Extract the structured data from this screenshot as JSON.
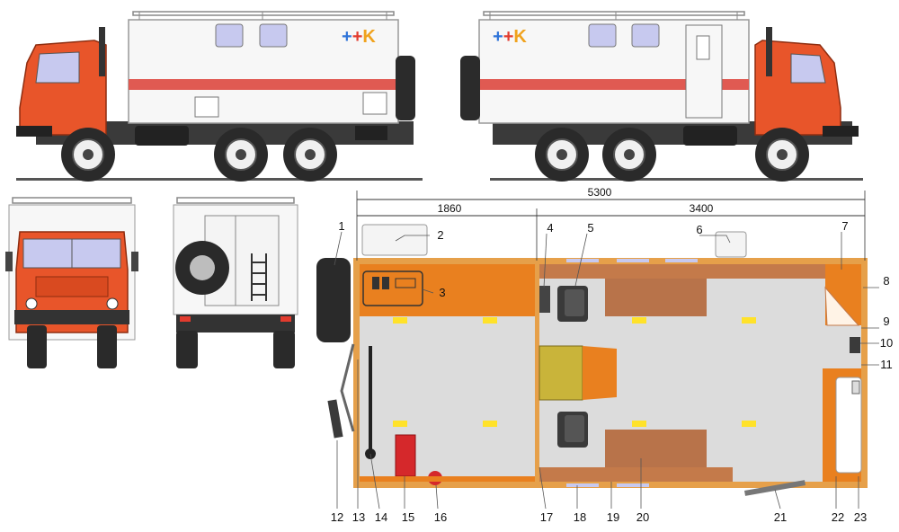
{
  "brand": {
    "logo_text": "++K",
    "colors": {
      "plus1": "#2f74d9",
      "plus2": "#e23b2e",
      "k": "#f0a21c"
    }
  },
  "dimensions": {
    "total": "5300",
    "front_section": "1860",
    "rear_section": "3400"
  },
  "callouts": {
    "c1": "1",
    "c2": "2",
    "c3": "3",
    "c4": "4",
    "c5": "5",
    "c6": "6",
    "c7": "7",
    "c8": "8",
    "c9": "9",
    "c10": "10",
    "c11": "11",
    "c12": "12",
    "c13": "13",
    "c14": "14",
    "c15": "15",
    "c16": "16",
    "c17": "17",
    "c18": "18",
    "c19": "19",
    "c20": "20",
    "c21": "21",
    "c22": "22",
    "c23": "23"
  },
  "palette": {
    "cab": "#e8552a",
    "cab_dark": "#b63a17",
    "body": "#f7f7f7",
    "stripe": "#e05a52",
    "floor": "#dcdcdc",
    "wood": "#e9801f",
    "sofa": "#b8734a",
    "lamp": "#ffe22a",
    "chassis": "#2a2a2a",
    "window": "#c7c9ef"
  }
}
